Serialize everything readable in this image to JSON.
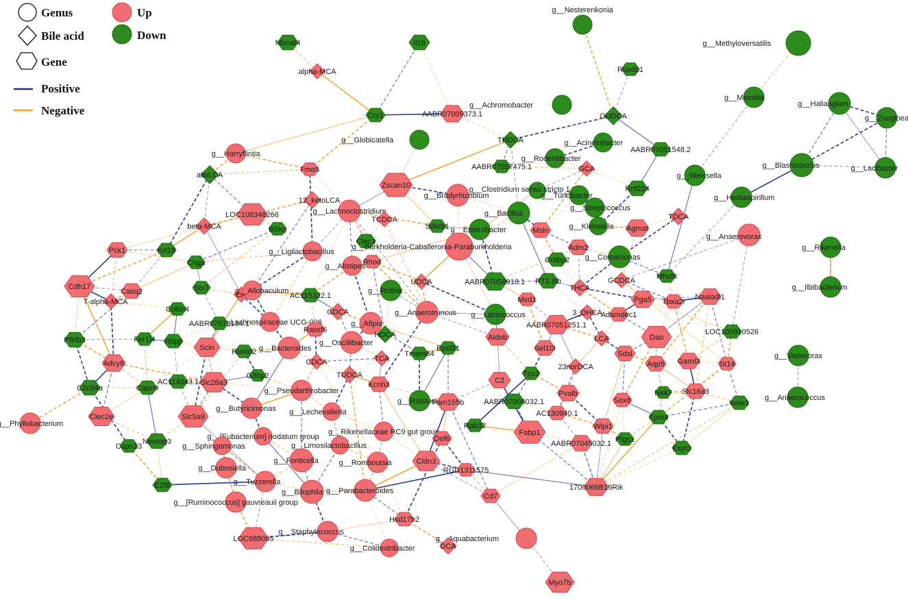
{
  "colors": {
    "up": "#f26d72",
    "down": "#2e8b1e",
    "up_stroke": "#c94a50",
    "down_stroke": "#1f6b12",
    "positive": "#1c2f8c",
    "negative": "#f5a030",
    "bg": "#ffffff"
  },
  "legend": {
    "shapes": [
      {
        "id": "genus",
        "label": "Genus",
        "shape": "circle"
      },
      {
        "id": "bile",
        "label": "Bile acid",
        "shape": "diamond"
      },
      {
        "id": "gene",
        "label": "Gene",
        "shape": "hexagon"
      }
    ],
    "fills": [
      {
        "id": "up",
        "label": "Up"
      },
      {
        "id": "down",
        "label": "Down"
      }
    ],
    "edges": [
      {
        "id": "pos",
        "label": "Positive"
      },
      {
        "id": "neg",
        "label": "Negative"
      }
    ]
  },
  "nodes": [
    {
      "id": "n1",
      "label": "alpha-MCA",
      "type": "bile",
      "reg": "up"
    },
    {
      "id": "n2",
      "label": "Mboat4",
      "type": "gene",
      "reg": "down"
    },
    {
      "id": "n3",
      "label": "Il16",
      "type": "gene",
      "reg": "down"
    },
    {
      "id": "n4",
      "label": "Cry1",
      "type": "gene",
      "reg": "down"
    },
    {
      "id": "n5",
      "label": "AABR07009373.1",
      "type": "gene",
      "reg": "up"
    },
    {
      "id": "n6",
      "label": "g__Nesterenkonia",
      "type": "genus",
      "reg": "down"
    },
    {
      "id": "n7",
      "label": "g__Methyloversatilis",
      "type": "genus",
      "reg": "down"
    },
    {
      "id": "n8",
      "label": "g__Achromobacter",
      "type": "genus",
      "reg": "down"
    },
    {
      "id": "n9",
      "label": "Rundc1",
      "type": "gene",
      "reg": "down"
    },
    {
      "id": "n10",
      "label": "GUDCA",
      "type": "bile",
      "reg": "down"
    },
    {
      "id": "n11",
      "label": "g__Massilia",
      "type": "genus",
      "reg": "down"
    },
    {
      "id": "n12",
      "label": "g__Haliangium",
      "type": "genus",
      "reg": "down"
    },
    {
      "id": "n13",
      "label": "g__Zoogloea",
      "type": "genus",
      "reg": "down"
    },
    {
      "id": "n14",
      "label": "g__Blastococcus",
      "type": "genus",
      "reg": "down"
    },
    {
      "id": "n15",
      "label": "g__Lacibacter",
      "type": "genus",
      "reg": "down"
    },
    {
      "id": "n16",
      "label": "g__Globicatella",
      "type": "genus",
      "reg": "down"
    },
    {
      "id": "n17",
      "label": "THDCA",
      "type": "bile",
      "reg": "down"
    },
    {
      "id": "n18",
      "label": "g__Acinetobacter",
      "type": "genus",
      "reg": "down"
    },
    {
      "id": "n19",
      "label": "AABR07051548.2",
      "type": "gene",
      "reg": "down"
    },
    {
      "id": "n20",
      "label": "g__Harryflintia",
      "type": "genus",
      "reg": "up"
    },
    {
      "id": "n21",
      "label": "Fmo5",
      "type": "gene",
      "reg": "up"
    },
    {
      "id": "n22",
      "label": "alloLCA",
      "type": "bile",
      "reg": "down"
    },
    {
      "id": "n23",
      "label": "Zscan10",
      "type": "gene",
      "reg": "up"
    },
    {
      "id": "n24",
      "label": "AABR07057475.1",
      "type": "gene",
      "reg": "down"
    },
    {
      "id": "n25",
      "label": "g__Rodentibacter",
      "type": "genus",
      "reg": "down"
    },
    {
      "id": "n26",
      "label": "GCA",
      "type": "bile",
      "reg": "up"
    },
    {
      "id": "n27",
      "label": "g__Weissella",
      "type": "genus",
      "reg": "down"
    },
    {
      "id": "n28",
      "label": "g__Clostridium sensu stricto 1",
      "type": "genus",
      "reg": "down"
    },
    {
      "id": "n29",
      "label": "g__Turicibacter",
      "type": "genus",
      "reg": "down"
    },
    {
      "id": "n30",
      "label": "Rnf224",
      "type": "gene",
      "reg": "down"
    },
    {
      "id": "n31",
      "label": "g__Herbaspirillum",
      "type": "genus",
      "reg": "down"
    },
    {
      "id": "n32",
      "label": "g__Bradyrhizobium",
      "type": "genus",
      "reg": "up"
    },
    {
      "id": "n33",
      "label": "12_ketoLCA",
      "type": "bile",
      "reg": "up"
    },
    {
      "id": "n34",
      "label": "LOC108348266",
      "type": "gene",
      "reg": "up"
    },
    {
      "id": "n35",
      "label": "g__Lachnoclostridium",
      "type": "genus",
      "reg": "up"
    },
    {
      "id": "n36",
      "label": "g__Bacillus",
      "type": "genus",
      "reg": "down"
    },
    {
      "id": "n37",
      "label": "g__Streptococcus",
      "type": "genus",
      "reg": "down"
    },
    {
      "id": "n38",
      "label": "TDCA",
      "type": "bile",
      "reg": "up"
    },
    {
      "id": "n39",
      "label": "beta-MCA",
      "type": "bile",
      "reg": "up"
    },
    {
      "id": "n40",
      "label": "Ikbkg",
      "type": "gene",
      "reg": "down"
    },
    {
      "id": "n41",
      "label": "TCDCA",
      "type": "bile",
      "reg": "up"
    },
    {
      "id": "n42",
      "label": "Sdkrb1",
      "type": "gene",
      "reg": "down"
    },
    {
      "id": "n43",
      "label": "g__Enterobacter",
      "type": "genus",
      "reg": "down"
    },
    {
      "id": "n44",
      "label": "Msln",
      "type": "gene",
      "reg": "up"
    },
    {
      "id": "n45",
      "label": "g__Klebsiella",
      "type": "genus",
      "reg": "down"
    },
    {
      "id": "n46",
      "label": "Agmat",
      "type": "gene",
      "reg": "up"
    },
    {
      "id": "n47",
      "label": "g__Anaerovorax",
      "type": "genus",
      "reg": "up"
    },
    {
      "id": "n48",
      "label": "Pck1",
      "type": "gene",
      "reg": "up"
    },
    {
      "id": "n49",
      "label": "Krt18",
      "type": "gene",
      "reg": "down"
    },
    {
      "id": "n50",
      "label": "g__Ligilactobacillus",
      "type": "genus",
      "reg": "up"
    },
    {
      "id": "n51",
      "label": "Clec3",
      "type": "gene",
      "reg": "down"
    },
    {
      "id": "n52",
      "label": "g__Burkholderia-Caballeronia-Paraburkholderia",
      "type": "genus",
      "reg": "up"
    },
    {
      "id": "n53",
      "label": "Adm2",
      "type": "gene",
      "reg": "up"
    },
    {
      "id": "n54",
      "label": "Crabp2",
      "type": "gene",
      "reg": "down"
    },
    {
      "id": "n55",
      "label": "g__Comamonas",
      "type": "genus",
      "reg": "down"
    },
    {
      "id": "n56",
      "label": "g__Rikenella",
      "type": "genus",
      "reg": "down"
    },
    {
      "id": "n57",
      "label": "g__Ilbibacterium",
      "type": "genus",
      "reg": "down"
    },
    {
      "id": "n58",
      "label": "Chga",
      "type": "gene",
      "reg": "down"
    },
    {
      "id": "n59",
      "label": "g__Alistipes",
      "type": "genus",
      "reg": "up"
    },
    {
      "id": "n60",
      "label": "Rhod",
      "type": "gene",
      "reg": "up"
    },
    {
      "id": "n61",
      "label": "Mfsd6",
      "type": "gene",
      "reg": "down"
    },
    {
      "id": "n62",
      "label": "Cdh17",
      "type": "gene",
      "reg": "up"
    },
    {
      "id": "n63",
      "label": "Casq2",
      "type": "gene",
      "reg": "up"
    },
    {
      "id": "n64",
      "label": "Stx7",
      "type": "gene",
      "reg": "down"
    },
    {
      "id": "n65",
      "label": "CA",
      "type": "bile",
      "reg": "up"
    },
    {
      "id": "n66",
      "label": "g__Allobaculum",
      "type": "genus",
      "reg": "up"
    },
    {
      "id": "n67",
      "label": "AC115322.1",
      "type": "gene",
      "reg": "down"
    },
    {
      "id": "n68",
      "label": "g__Rothia",
      "type": "genus",
      "reg": "down"
    },
    {
      "id": "n69",
      "label": "UDCA",
      "type": "bile",
      "reg": "up"
    },
    {
      "id": "n70",
      "label": "AABR07058918.1",
      "type": "gene",
      "reg": "down"
    },
    {
      "id": "n71",
      "label": "RT1-Bb",
      "type": "gene",
      "reg": "down"
    },
    {
      "id": "n72",
      "label": "THCA",
      "type": "bile",
      "reg": "up"
    },
    {
      "id": "n73",
      "label": "GCDCA",
      "type": "bile",
      "reg": "up"
    },
    {
      "id": "n74",
      "label": "Pga5",
      "type": "gene",
      "reg": "up"
    },
    {
      "id": "n75",
      "label": "Tbxa2r",
      "type": "gene",
      "reg": "up"
    },
    {
      "id": "n76",
      "label": "Naaladl1",
      "type": "gene",
      "reg": "up"
    },
    {
      "id": "n77",
      "label": "T-alpha-MCA",
      "type": "bile",
      "reg": "up"
    },
    {
      "id": "n78",
      "label": "Colim4",
      "type": "gene",
      "reg": "down"
    },
    {
      "id": "n79",
      "label": "g__Lachnospiraceae UCG-006",
      "type": "genus",
      "reg": "up"
    },
    {
      "id": "n80",
      "label": "AABR07073134.1",
      "type": "gene",
      "reg": "down"
    },
    {
      "id": "n81",
      "label": "GDCA",
      "type": "bile",
      "reg": "up"
    },
    {
      "id": "n82",
      "label": "g__Afipia",
      "type": "genus",
      "reg": "up"
    },
    {
      "id": "n83",
      "label": "g__Anaerotruncus",
      "type": "genus",
      "reg": "up"
    },
    {
      "id": "n84",
      "label": "g__Lactococcus",
      "type": "genus",
      "reg": "down"
    },
    {
      "id": "n85",
      "label": "Mxd1",
      "type": "gene",
      "reg": "up"
    },
    {
      "id": "n86",
      "label": "3_DHCA",
      "type": "bile",
      "reg": "up"
    },
    {
      "id": "n87",
      "label": "Adamdec1",
      "type": "gene",
      "reg": "up"
    },
    {
      "id": "n88",
      "label": "Pfkfb3",
      "type": "gene",
      "reg": "down"
    },
    {
      "id": "n89",
      "label": "Fer1l4",
      "type": "gene",
      "reg": "down"
    },
    {
      "id": "n90",
      "label": "Rbpjl",
      "type": "gene",
      "reg": "down"
    },
    {
      "id": "n91",
      "label": "Rassf6",
      "type": "gene",
      "reg": "up"
    },
    {
      "id": "n92",
      "label": "g__Oscillibacter",
      "type": "genus",
      "reg": "up"
    },
    {
      "id": "n93",
      "label": "HDCA",
      "type": "bile",
      "reg": "down"
    },
    {
      "id": "n94",
      "label": "AABR07051251.1",
      "type": "gene",
      "reg": "up"
    },
    {
      "id": "n95",
      "label": "LCA",
      "type": "bile",
      "reg": "up"
    },
    {
      "id": "n96",
      "label": "Dao",
      "type": "gene",
      "reg": "up"
    },
    {
      "id": "n97",
      "label": "LOC100910526",
      "type": "gene",
      "reg": "down"
    },
    {
      "id": "n98",
      "label": "Adcy8",
      "type": "gene",
      "reg": "up"
    },
    {
      "id": "n99",
      "label": "Scin",
      "type": "gene",
      "reg": "up"
    },
    {
      "id": "n100",
      "label": "Rtn4rl2",
      "type": "gene",
      "reg": "down"
    },
    {
      "id": "n101",
      "label": "g__Bacteroides",
      "type": "genus",
      "reg": "up"
    },
    {
      "id": "n102",
      "label": "CDCA",
      "type": "bile",
      "reg": "up"
    },
    {
      "id": "n103",
      "label": "Tmem84",
      "type": "gene",
      "reg": "down"
    },
    {
      "id": "n104",
      "label": "Eps8l1",
      "type": "gene",
      "reg": "down"
    },
    {
      "id": "n105",
      "label": "Aldob",
      "type": "gene",
      "reg": "up"
    },
    {
      "id": "n106",
      "label": "Sel1l3",
      "type": "gene",
      "reg": "up"
    },
    {
      "id": "n107",
      "label": "Sdsl",
      "type": "gene",
      "reg": "up"
    },
    {
      "id": "n108",
      "label": "Aqp5",
      "type": "gene",
      "reg": "up"
    },
    {
      "id": "n109",
      "label": "Garnl3",
      "type": "gene",
      "reg": "up"
    },
    {
      "id": "n110",
      "label": "St14",
      "type": "gene",
      "reg": "up"
    },
    {
      "id": "n111",
      "label": "g__Variovorax",
      "type": "genus",
      "reg": "down"
    },
    {
      "id": "n112",
      "label": "C2cd4a",
      "type": "gene",
      "reg": "down"
    },
    {
      "id": "n113",
      "label": "Capn9",
      "type": "gene",
      "reg": "down"
    },
    {
      "id": "n114",
      "label": "AC114343.1",
      "type": "gene",
      "reg": "down"
    },
    {
      "id": "n115",
      "label": "Slc26a3",
      "type": "gene",
      "reg": "up"
    },
    {
      "id": "n116",
      "label": "G3bp2",
      "type": "gene",
      "reg": "down"
    },
    {
      "id": "n117",
      "label": "TCA",
      "type": "bile",
      "reg": "up"
    },
    {
      "id": "n118",
      "label": "TUDCA",
      "type": "bile",
      "reg": "up"
    },
    {
      "id": "n119",
      "label": "Kcnh3",
      "type": "gene",
      "reg": "up"
    },
    {
      "id": "n120",
      "label": "C2",
      "type": "gene",
      "reg": "up"
    },
    {
      "id": "n121",
      "label": "Tpx2",
      "type": "gene",
      "reg": "down"
    },
    {
      "id": "n122",
      "label": "23norDCA",
      "type": "bile",
      "reg": "up"
    },
    {
      "id": "n123",
      "label": "Pvalb",
      "type": "gene",
      "reg": "up"
    },
    {
      "id": "n124",
      "label": "Sox8",
      "type": "gene",
      "reg": "up"
    },
    {
      "id": "n125",
      "label": "Nek7",
      "type": "gene",
      "reg": "down"
    },
    {
      "id": "n126",
      "label": "Slc16a3",
      "type": "gene",
      "reg": "up"
    },
    {
      "id": "n127",
      "label": "Wee1",
      "type": "gene",
      "reg": "down"
    },
    {
      "id": "n128",
      "label": "g__Anaerococcus",
      "type": "genus",
      "reg": "down"
    },
    {
      "id": "n129",
      "label": "g__Phyllobacterium",
      "type": "genus",
      "reg": "up"
    },
    {
      "id": "n130",
      "label": "Clec2e",
      "type": "gene",
      "reg": "up"
    },
    {
      "id": "n131",
      "label": "Slc5a9",
      "type": "gene",
      "reg": "up"
    },
    {
      "id": "n132",
      "label": "g__Butyricimonas",
      "type": "genus",
      "reg": "up"
    },
    {
      "id": "n133",
      "label": "g__Pseudarthrobacter",
      "type": "genus",
      "reg": "up"
    },
    {
      "id": "n134",
      "label": "g__Lechevalieria",
      "type": "genus",
      "reg": "up"
    },
    {
      "id": "n135",
      "label": "g__Ralstonia",
      "type": "genus",
      "reg": "down"
    },
    {
      "id": "n136",
      "label": "Fam155b",
      "type": "gene",
      "reg": "up"
    },
    {
      "id": "n137",
      "label": "AABR07006032.1",
      "type": "gene",
      "reg": "down"
    },
    {
      "id": "n138",
      "label": "AC130940.1",
      "type": "gene",
      "reg": "up"
    },
    {
      "id": "n139",
      "label": "Tpm4",
      "type": "gene",
      "reg": "down"
    },
    {
      "id": "n140",
      "label": "Neurog3",
      "type": "gene",
      "reg": "down"
    },
    {
      "id": "n141",
      "label": "Capn13",
      "type": "gene",
      "reg": "down"
    },
    {
      "id": "n142",
      "label": "g__[Eubacterium] nodatum group",
      "type": "genus",
      "reg": "up"
    },
    {
      "id": "n143",
      "label": "g__Rikenellaceae RC9 gut group",
      "type": "genus",
      "reg": "up"
    },
    {
      "id": "n144",
      "label": "Rab32",
      "type": "gene",
      "reg": "down"
    },
    {
      "id": "n145",
      "label": "Def6",
      "type": "gene",
      "reg": "up"
    },
    {
      "id": "n146",
      "label": "Fabp1",
      "type": "gene",
      "reg": "up"
    },
    {
      "id": "n147",
      "label": "Wipi1",
      "type": "gene",
      "reg": "up"
    },
    {
      "id": "n148",
      "label": "Ptgs1",
      "type": "gene",
      "reg": "down"
    },
    {
      "id": "n149",
      "label": "Esyt3",
      "type": "gene",
      "reg": "down"
    },
    {
      "id": "n150",
      "label": "g__Sphingomonas",
      "type": "genus",
      "reg": "up"
    },
    {
      "id": "n151",
      "label": "g__Limosilactobacillus",
      "type": "genus",
      "reg": "up"
    },
    {
      "id": "n152",
      "label": "AABR07045032.1",
      "type": "gene",
      "reg": "up"
    },
    {
      "id": "n153",
      "label": "E2f8",
      "type": "gene",
      "reg": "down"
    },
    {
      "id": "n154",
      "label": "g__Dubosiella",
      "type": "genus",
      "reg": "up"
    },
    {
      "id": "n155",
      "label": "g__Fonticella",
      "type": "genus",
      "reg": "up"
    },
    {
      "id": "n156",
      "label": "g__Romboutsia",
      "type": "genus",
      "reg": "up"
    },
    {
      "id": "n157",
      "label": "Cldn3",
      "type": "gene",
      "reg": "up"
    },
    {
      "id": "n158",
      "label": "RGD1311575",
      "type": "gene",
      "reg": "up"
    },
    {
      "id": "n159",
      "label": "g__Tuzzerella",
      "type": "genus",
      "reg": "up"
    },
    {
      "id": "n160",
      "label": "g__[Ruminococcus] gauvreauii group",
      "type": "genus",
      "reg": "up"
    },
    {
      "id": "n161",
      "label": "g__Bilophila",
      "type": "genus",
      "reg": "up"
    },
    {
      "id": "n162",
      "label": "g__Parabacteroides",
      "type": "genus",
      "reg": "up"
    },
    {
      "id": "n163",
      "label": "1700066B19Rik",
      "type": "gene",
      "reg": "up"
    },
    {
      "id": "n164",
      "label": "Cd7",
      "type": "gene",
      "reg": "up"
    },
    {
      "id": "n165",
      "label": "Hsd17b2",
      "type": "gene",
      "reg": "up"
    },
    {
      "id": "n166",
      "label": "LOC689065",
      "type": "gene",
      "reg": "up"
    },
    {
      "id": "n167",
      "label": "g__Staphylococcus",
      "type": "genus",
      "reg": "up"
    },
    {
      "id": "n168",
      "label": "g__Aquabacterium",
      "type": "genus",
      "reg": "up"
    },
    {
      "id": "n169",
      "label": "g__Colidextribacter",
      "type": "genus",
      "reg": "up"
    },
    {
      "id": "n170",
      "label": "DCA",
      "type": "bile",
      "reg": "up"
    },
    {
      "id": "n171",
      "label": "Myo7b",
      "type": "gene",
      "reg": "up"
    }
  ]
}
